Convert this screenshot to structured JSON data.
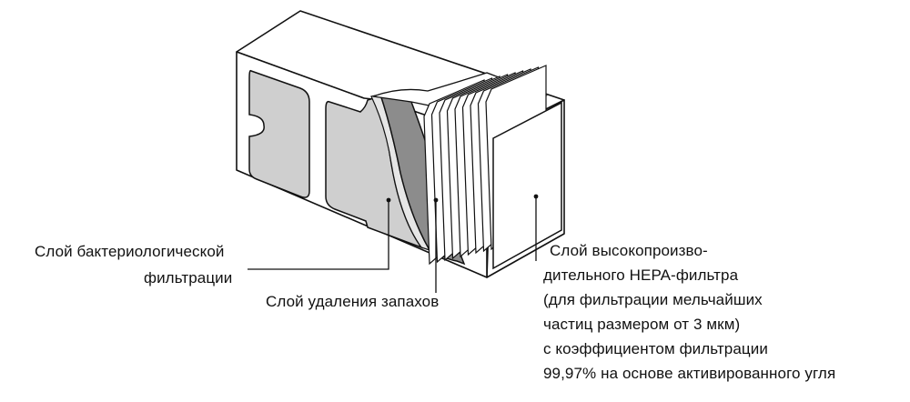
{
  "labels": {
    "bacterial_line1": "Слой бактериологической",
    "bacterial_line2": "фильтрации",
    "odor": "Слой удаления запахов",
    "hepa": [
      "Слой высокопроизво-",
      "дительного HEPA-фильтра",
      "(для фильтрации мельчайших",
      "частиц размером от 3 мкм)",
      "с коэффициентом фильтрации",
      "99,97% на основе активированного угля"
    ]
  },
  "colors": {
    "light_layer": "#cfcfcf",
    "dark_layer": "#8c8c8c",
    "outline": "#111111"
  }
}
